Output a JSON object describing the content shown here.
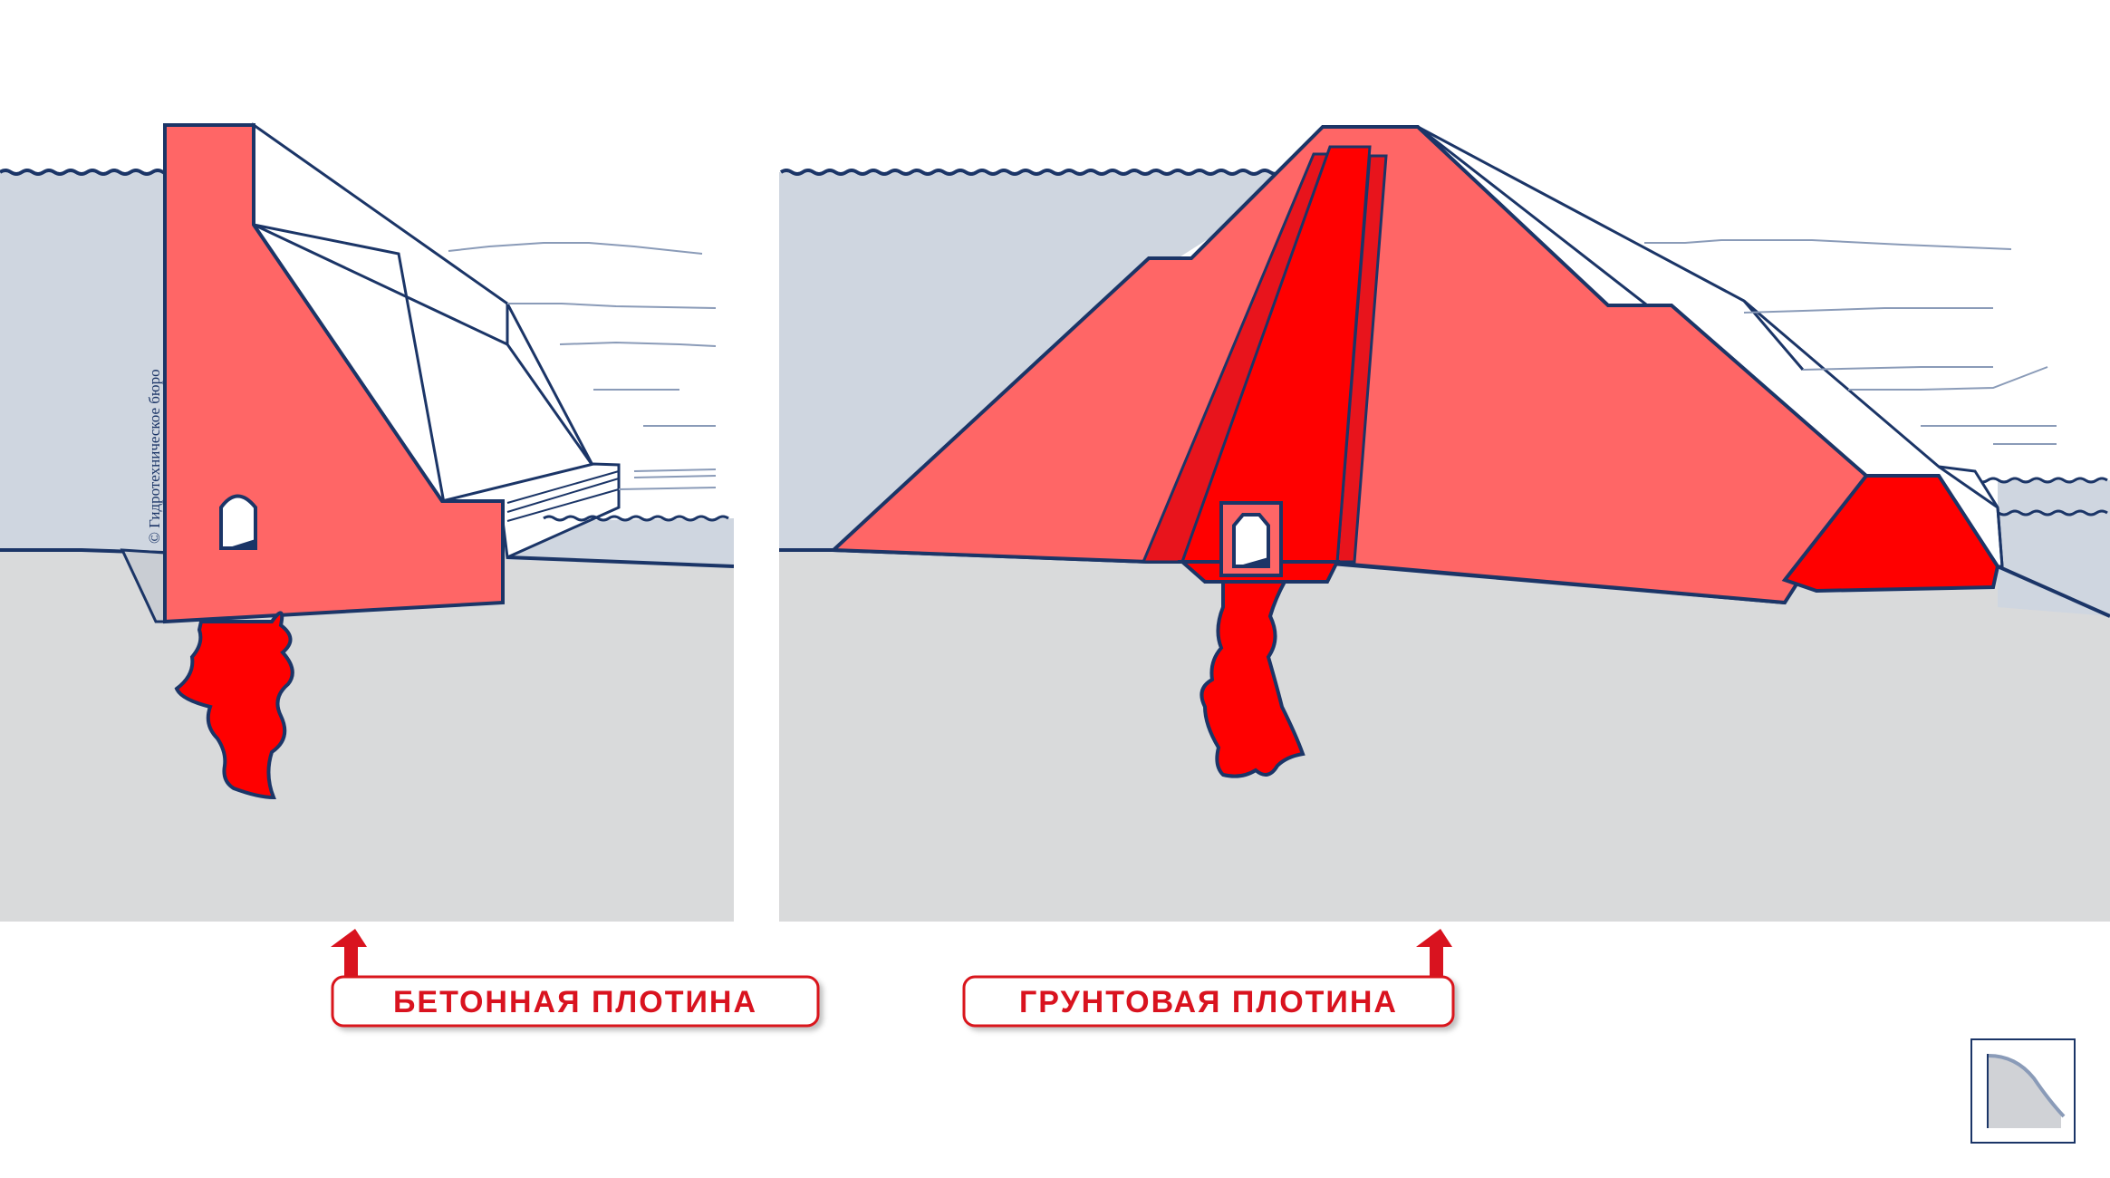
{
  "labels": {
    "concrete_dam": "БЕТОННАЯ ПЛОТИНА",
    "earth_dam": "ГРУНТОВАЯ ПЛОТИНА"
  },
  "copyright": "© Гидротехническое бюро",
  "colors": {
    "water": "#cfd6e0",
    "ground": "#d9dadb",
    "dam_body": "#ff6666",
    "core_red": "#ff0000",
    "core_dark": "#e8141c",
    "outline": "#1b3567",
    "label_border": "#d9131f",
    "arrow": "#d9131f"
  },
  "icons": {
    "logo": "spillway-curve-logo-icon",
    "arrow": "up-arrow-icon"
  }
}
